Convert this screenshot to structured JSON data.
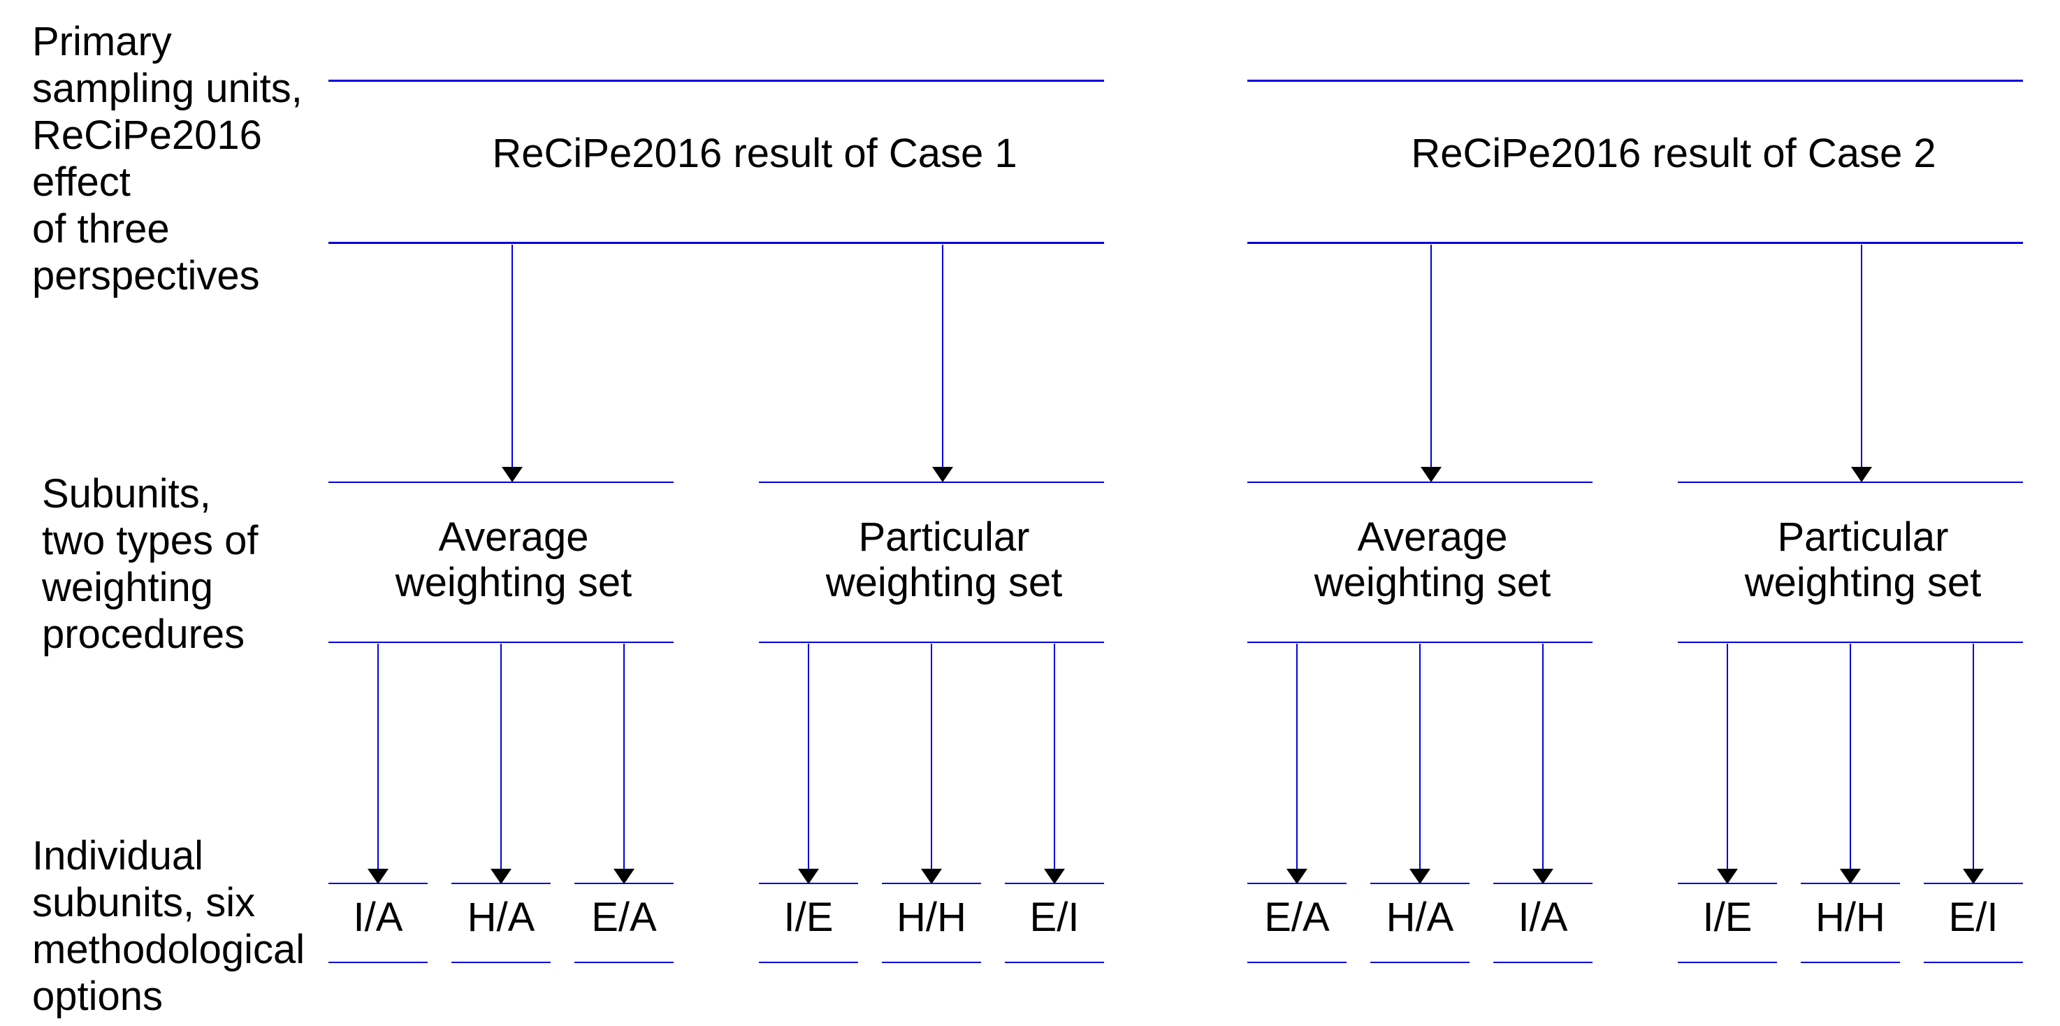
{
  "diagram": {
    "row_labels": [
      {
        "id": "primary-sampling-units",
        "lines": [
          "Primary",
          "sampling units,",
          "ReCiPe2016",
          "effect",
          "of three",
          "perspectives"
        ]
      },
      {
        "id": "subunits",
        "lines": [
          "Subunits,",
          "two types of",
          "weighting",
          "procedures"
        ]
      },
      {
        "id": "individual-subunits",
        "lines": [
          "Individual",
          "subunits, six",
          "methodological",
          "options"
        ]
      }
    ],
    "cases": [
      {
        "title": "ReCiPe2016 result of Case 1",
        "subunits": [
          {
            "label_lines": [
              "Average",
              "weighting set"
            ],
            "options": [
              "I/A",
              "H/A",
              "E/A"
            ]
          },
          {
            "label_lines": [
              "Particular",
              "weighting set"
            ],
            "options": [
              "I/E",
              "H/H",
              "E/I"
            ]
          }
        ]
      },
      {
        "title": "ReCiPe2016 result of Case 2",
        "subunits": [
          {
            "label_lines": [
              "Average",
              "weighting set"
            ],
            "options": [
              "E/A",
              "H/A",
              "I/A"
            ]
          },
          {
            "label_lines": [
              "Particular",
              "weighting set"
            ],
            "options": [
              "I/E",
              "H/H",
              "E/I"
            ]
          }
        ]
      }
    ],
    "colors": {
      "line": "#0000DD",
      "arrowhead": "#000000",
      "text": "#000000",
      "background": "#FFFFFF"
    }
  }
}
